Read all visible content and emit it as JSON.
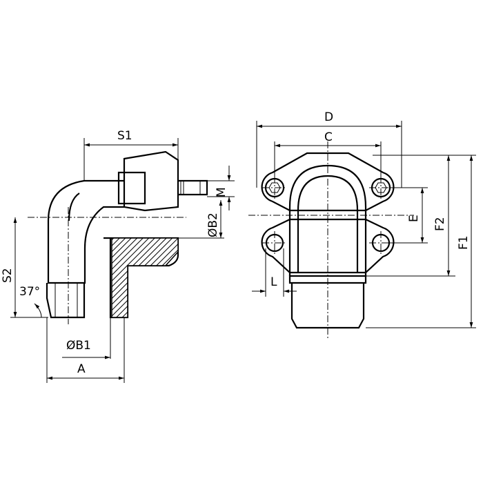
{
  "labels": {
    "S1": "S1",
    "M": "M",
    "B2": "ØB2",
    "S2": "S2",
    "angle": "37°",
    "B1": "ØB1",
    "A": "A",
    "D": "D",
    "C": "C",
    "E": "E",
    "F2": "F2",
    "F1": "F1",
    "L": "L"
  }
}
